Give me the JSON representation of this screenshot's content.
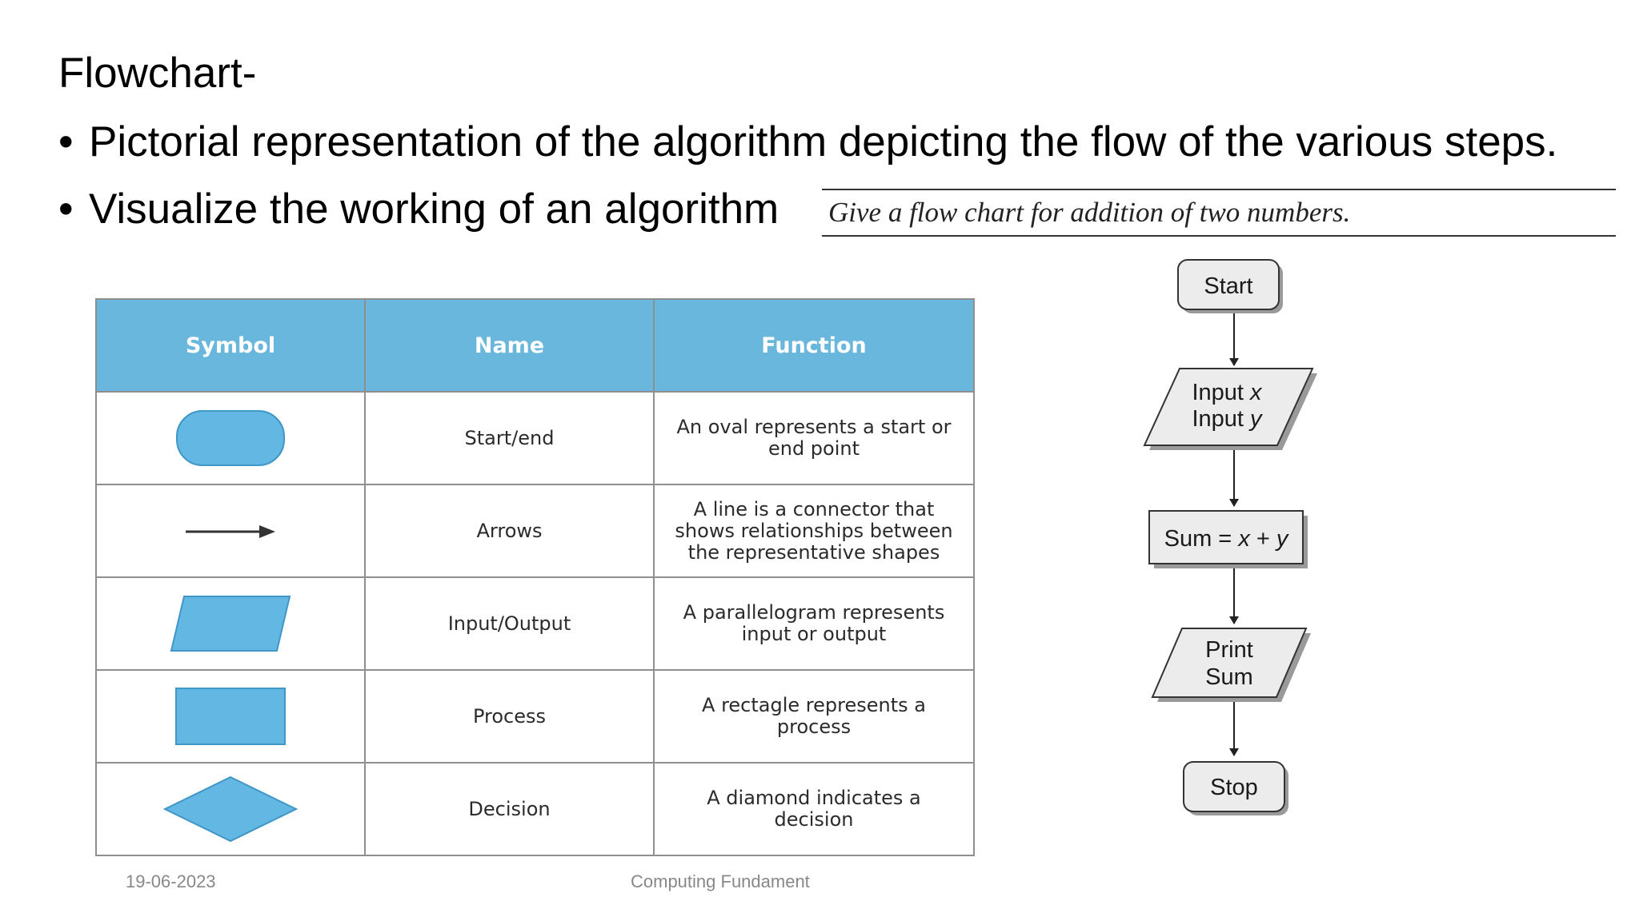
{
  "slide": {
    "title": "Flowchart-",
    "bullets": [
      "Pictorial representation of the algorithm depicting the flow of the various steps.",
      "Visualize the working of an algorithm"
    ]
  },
  "symbol_table": {
    "headers": [
      "Symbol",
      "Name",
      "Function"
    ],
    "rows": [
      {
        "shape": "oval",
        "name": "Start/end",
        "function": "An oval represents a start or end point"
      },
      {
        "shape": "arrow",
        "name": "Arrows",
        "function": "A line is a connector that shows relationships between the representative shapes"
      },
      {
        "shape": "parallelogram",
        "name": "Input/Output",
        "function": "A parallelogram represents input or output"
      },
      {
        "shape": "rectangle",
        "name": "Process",
        "function": "A rectagle represents a process"
      },
      {
        "shape": "diamond",
        "name": "Decision",
        "function": "A diamond indicates a decision"
      }
    ],
    "colors": {
      "header": "#6ab7de",
      "shape_fill": "#62b7e3"
    }
  },
  "flowchart": {
    "caption": "Give a flow chart for addition of two numbers.",
    "nodes": {
      "start": "Start",
      "input_word": "Input",
      "input_x": "x",
      "input_y": "y",
      "sum_label": "Sum = ",
      "sum_x": "x",
      "plus": " + ",
      "sum_y": "y",
      "print_line1": "Print",
      "print_line2": "Sum",
      "stop": "Stop"
    },
    "colors": {
      "node_fill": "#ececec",
      "shadow": "#9a9a9a"
    }
  },
  "footer": {
    "date": "19-06-2023",
    "course": "Computing Fundament"
  }
}
